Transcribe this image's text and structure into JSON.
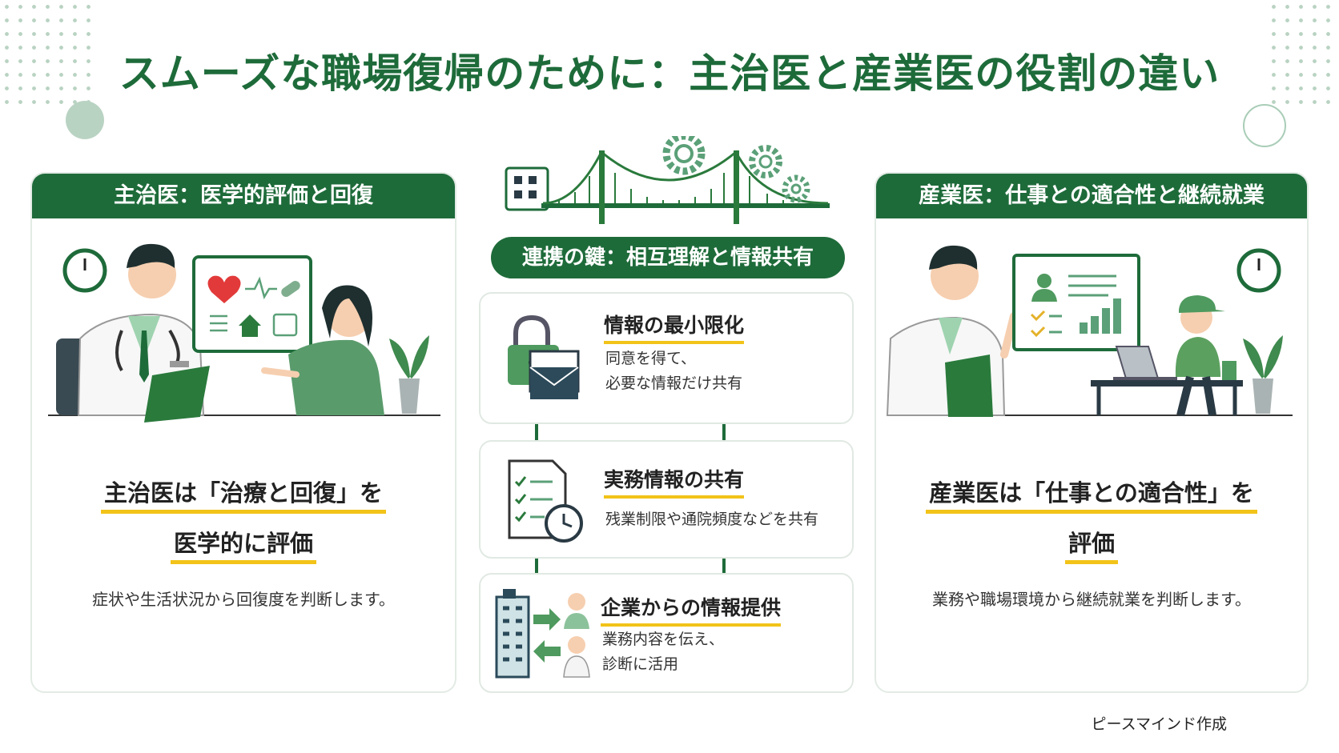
{
  "title": "スムーズな職場復帰のために：主治医と産業医の役割の違い",
  "left": {
    "header": "主治医：医学的評価と回復",
    "highlight_line1": "主治医は「治療と回復」を",
    "highlight_line2": "医学的に評価",
    "description": "症状や生活状況から回復度を判断します。"
  },
  "center": {
    "pill": "連携の鍵：相互理解と情報共有",
    "items": [
      {
        "title": "情報の最小限化",
        "line1": "同意を得て、",
        "line2": "必要な情報だけ共有"
      },
      {
        "title": "実務情報の共有",
        "line1": "残業制限や通院頻度などを共有",
        "line2": ""
      },
      {
        "title": "企業からの情報提供",
        "line1": "業務内容を伝え、",
        "line2": "診断に活用"
      }
    ]
  },
  "right": {
    "header": "産業医：仕事との適合性と継続就業",
    "highlight_line1": "産業医は「仕事との適合性」を",
    "highlight_line2": "評価",
    "description": "業務や職場環境から継続就業を判断します。"
  },
  "credit": "ピースマインド作成",
  "colors": {
    "primary": "#1e6b3a",
    "accent": "#f2c319",
    "light_green": "#b9d3c2"
  }
}
